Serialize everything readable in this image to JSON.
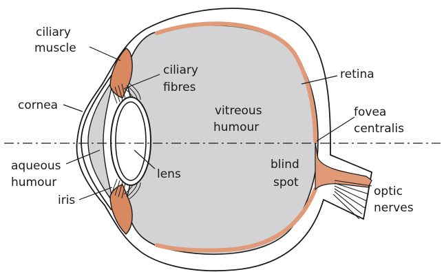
{
  "diagram": {
    "labels": {
      "ciliary_muscle": [
        "ciliary",
        "muscle"
      ],
      "ciliary_fibres": [
        "ciliary",
        "fibres"
      ],
      "cornea": "cornea",
      "aqueous_humour": [
        "aqueous",
        "humour"
      ],
      "iris": "iris",
      "lens": "lens",
      "vitreous_humour": [
        "vitreous",
        "humour"
      ],
      "retina": "retina",
      "fovea_centralis": [
        "fovea",
        "centralis"
      ],
      "blind_spot": [
        "blind",
        "spot"
      ],
      "optic_nerves": [
        "optic",
        "nerves"
      ]
    },
    "colors": {
      "vitreous_fill": "#d3d3d5",
      "retina": "#e09a78",
      "muscle": "#d9895f",
      "outline": "#1a1a1a"
    }
  }
}
